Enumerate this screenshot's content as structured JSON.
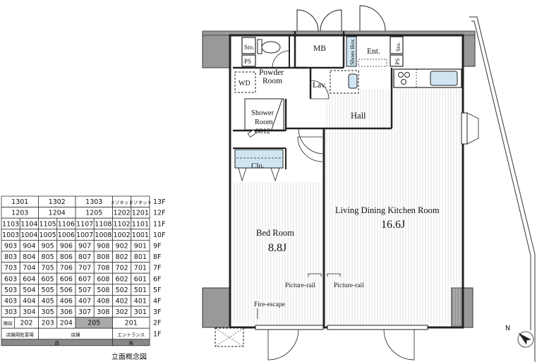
{
  "plan": {
    "rooms": {
      "sto_top": "Sto.",
      "ps_top": "PS",
      "mb": "MB",
      "shoes_box": "Shoes Box",
      "ent": "Ent.",
      "sto_right": "Sto.",
      "ps_right": "PS",
      "powder_room_1": "Powder",
      "powder_room_2": "Room",
      "wd": "WD",
      "lav": "Lav.",
      "hall": "Hall",
      "shower_1": "Shower",
      "shower_2": "Room",
      "shower_3": "0812",
      "clo": "Clo.",
      "bed_room": "Bed Room",
      "bed_size": "8.8J",
      "ldk": "Living Dining Kitchen  Room",
      "ldk_size": "16.6J",
      "picture_rail_left": "Picture-rail",
      "picture_rail_right": "Picture-rail",
      "fire_escape": "Fire-escape"
    },
    "north_label": "N"
  },
  "elevation": {
    "caption": "立面概念図",
    "rows": [
      {
        "floor": "13F",
        "cells": [
          {
            "t": "1301",
            "w": 2
          },
          {
            "t": "1302",
            "w": 2
          },
          {
            "t": "1303",
            "w": 2
          },
          {
            "t": "メゾネット",
            "w": 1
          },
          {
            "t": "メゾネット",
            "w": 1
          }
        ]
      },
      {
        "floor": "12F",
        "cells": [
          {
            "t": "1203",
            "w": 2
          },
          {
            "t": "1204",
            "w": 2
          },
          {
            "t": "1205",
            "w": 2
          },
          {
            "t": "1202",
            "w": 1
          },
          {
            "t": "1201",
            "w": 1
          }
        ]
      },
      {
        "floor": "11F",
        "cells": [
          {
            "t": "1103",
            "w": 1
          },
          {
            "t": "1104",
            "w": 1
          },
          {
            "t": "1105",
            "w": 1
          },
          {
            "t": "1106",
            "w": 1
          },
          {
            "t": "1107",
            "w": 1
          },
          {
            "t": "1108",
            "w": 1
          },
          {
            "t": "1102",
            "w": 1
          },
          {
            "t": "1101",
            "w": 1
          }
        ]
      },
      {
        "floor": "10F",
        "cells": [
          {
            "t": "1003",
            "w": 1
          },
          {
            "t": "1004",
            "w": 1
          },
          {
            "t": "1005",
            "w": 1
          },
          {
            "t": "1006",
            "w": 1
          },
          {
            "t": "1007",
            "w": 1
          },
          {
            "t": "1008",
            "w": 1
          },
          {
            "t": "1002",
            "w": 1
          },
          {
            "t": "1001",
            "w": 1
          }
        ]
      },
      {
        "floor": "9F",
        "cells": [
          {
            "t": "903",
            "w": 1
          },
          {
            "t": "904",
            "w": 1
          },
          {
            "t": "905",
            "w": 1
          },
          {
            "t": "906",
            "w": 1
          },
          {
            "t": "907",
            "w": 1
          },
          {
            "t": "908",
            "w": 1
          },
          {
            "t": "902",
            "w": 1
          },
          {
            "t": "901",
            "w": 1
          }
        ]
      },
      {
        "floor": "8F",
        "cells": [
          {
            "t": "803",
            "w": 1
          },
          {
            "t": "804",
            "w": 1
          },
          {
            "t": "805",
            "w": 1
          },
          {
            "t": "806",
            "w": 1
          },
          {
            "t": "807",
            "w": 1
          },
          {
            "t": "808",
            "w": 1
          },
          {
            "t": "802",
            "w": 1
          },
          {
            "t": "801",
            "w": 1
          }
        ]
      },
      {
        "floor": "7F",
        "cells": [
          {
            "t": "703",
            "w": 1
          },
          {
            "t": "704",
            "w": 1
          },
          {
            "t": "705",
            "w": 1
          },
          {
            "t": "706",
            "w": 1
          },
          {
            "t": "707",
            "w": 1
          },
          {
            "t": "708",
            "w": 1
          },
          {
            "t": "702",
            "w": 1
          },
          {
            "t": "701",
            "w": 1
          }
        ]
      },
      {
        "floor": "6F",
        "cells": [
          {
            "t": "603",
            "w": 1
          },
          {
            "t": "604",
            "w": 1
          },
          {
            "t": "605",
            "w": 1
          },
          {
            "t": "606",
            "w": 1
          },
          {
            "t": "607",
            "w": 1
          },
          {
            "t": "608",
            "w": 1
          },
          {
            "t": "602",
            "w": 1
          },
          {
            "t": "601",
            "w": 1
          }
        ]
      },
      {
        "floor": "5F",
        "cells": [
          {
            "t": "503",
            "w": 1
          },
          {
            "t": "504",
            "w": 1
          },
          {
            "t": "505",
            "w": 1
          },
          {
            "t": "506",
            "w": 1
          },
          {
            "t": "507",
            "w": 1
          },
          {
            "t": "508",
            "w": 1
          },
          {
            "t": "502",
            "w": 1
          },
          {
            "t": "501",
            "w": 1
          }
        ]
      },
      {
        "floor": "4F",
        "cells": [
          {
            "t": "403",
            "w": 1
          },
          {
            "t": "404",
            "w": 1
          },
          {
            "t": "405",
            "w": 1
          },
          {
            "t": "406",
            "w": 1
          },
          {
            "t": "407",
            "w": 1
          },
          {
            "t": "408",
            "w": 1
          },
          {
            "t": "402",
            "w": 1
          },
          {
            "t": "401",
            "w": 1
          }
        ]
      },
      {
        "floor": "3F",
        "cells": [
          {
            "t": "303",
            "w": 1
          },
          {
            "t": "304",
            "w": 1
          },
          {
            "t": "305",
            "w": 1
          },
          {
            "t": "306",
            "w": 1
          },
          {
            "t": "307",
            "w": 1
          },
          {
            "t": "308",
            "w": 1
          },
          {
            "t": "302",
            "w": 1
          },
          {
            "t": "301",
            "w": 1
          }
        ]
      },
      {
        "floor": "2F",
        "cells": [
          {
            "t": "階段",
            "w": 0.7
          },
          {
            "t": "202",
            "w": 1.3
          },
          {
            "t": "203",
            "w": 1
          },
          {
            "t": "204",
            "w": 1
          },
          {
            "t": "205",
            "w": 2,
            "highlight": true
          },
          {
            "t": "201",
            "w": 2
          }
        ]
      },
      {
        "floor": "1F",
        "cells": [
          {
            "t": "店舗用駐車場",
            "w": 2
          },
          {
            "t": "店舗",
            "w": 4
          },
          {
            "t": "エントランス",
            "w": 2
          }
        ]
      }
    ],
    "base_labels": [
      {
        "t": "西",
        "w": 6
      },
      {
        "t": "南",
        "w": 2
      }
    ],
    "highlight_color": "#aaaaaa",
    "base_color": "#8a8a8a"
  },
  "colors": {
    "fixture_blue": "#cfe6f2",
    "wall_gray": "#999999"
  }
}
